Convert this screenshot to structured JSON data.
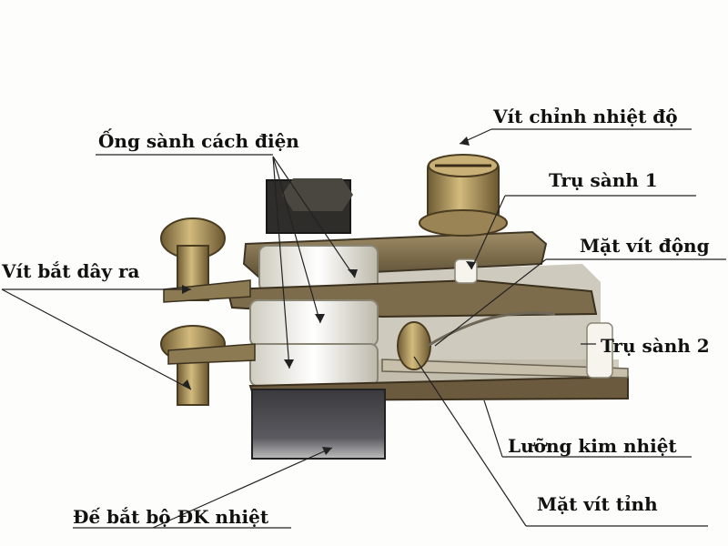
{
  "labels": {
    "ong_sanh": "Ống sành cách điện",
    "vit_chinh": "Vít chỉnh nhiệt độ",
    "tru_sanh_1": "Trụ sành 1",
    "mat_vit_dong": "Mặt vít động",
    "vit_bat_day": "Vít bắt dây ra",
    "tru_sanh_2": "Trụ sành 2",
    "luong_kim": "Lưỡng kim nhiệt",
    "mat_vit_tinh": "Mặt vít tỉnh",
    "de_bat": "Đế bắt bộ ĐK nhiệt"
  },
  "colors": {
    "metal": "#8a7a5a",
    "brass": "#b59a5a",
    "ceramic": "#f1efe6",
    "dark_base": "#4a4a4e",
    "line": "#222222"
  }
}
